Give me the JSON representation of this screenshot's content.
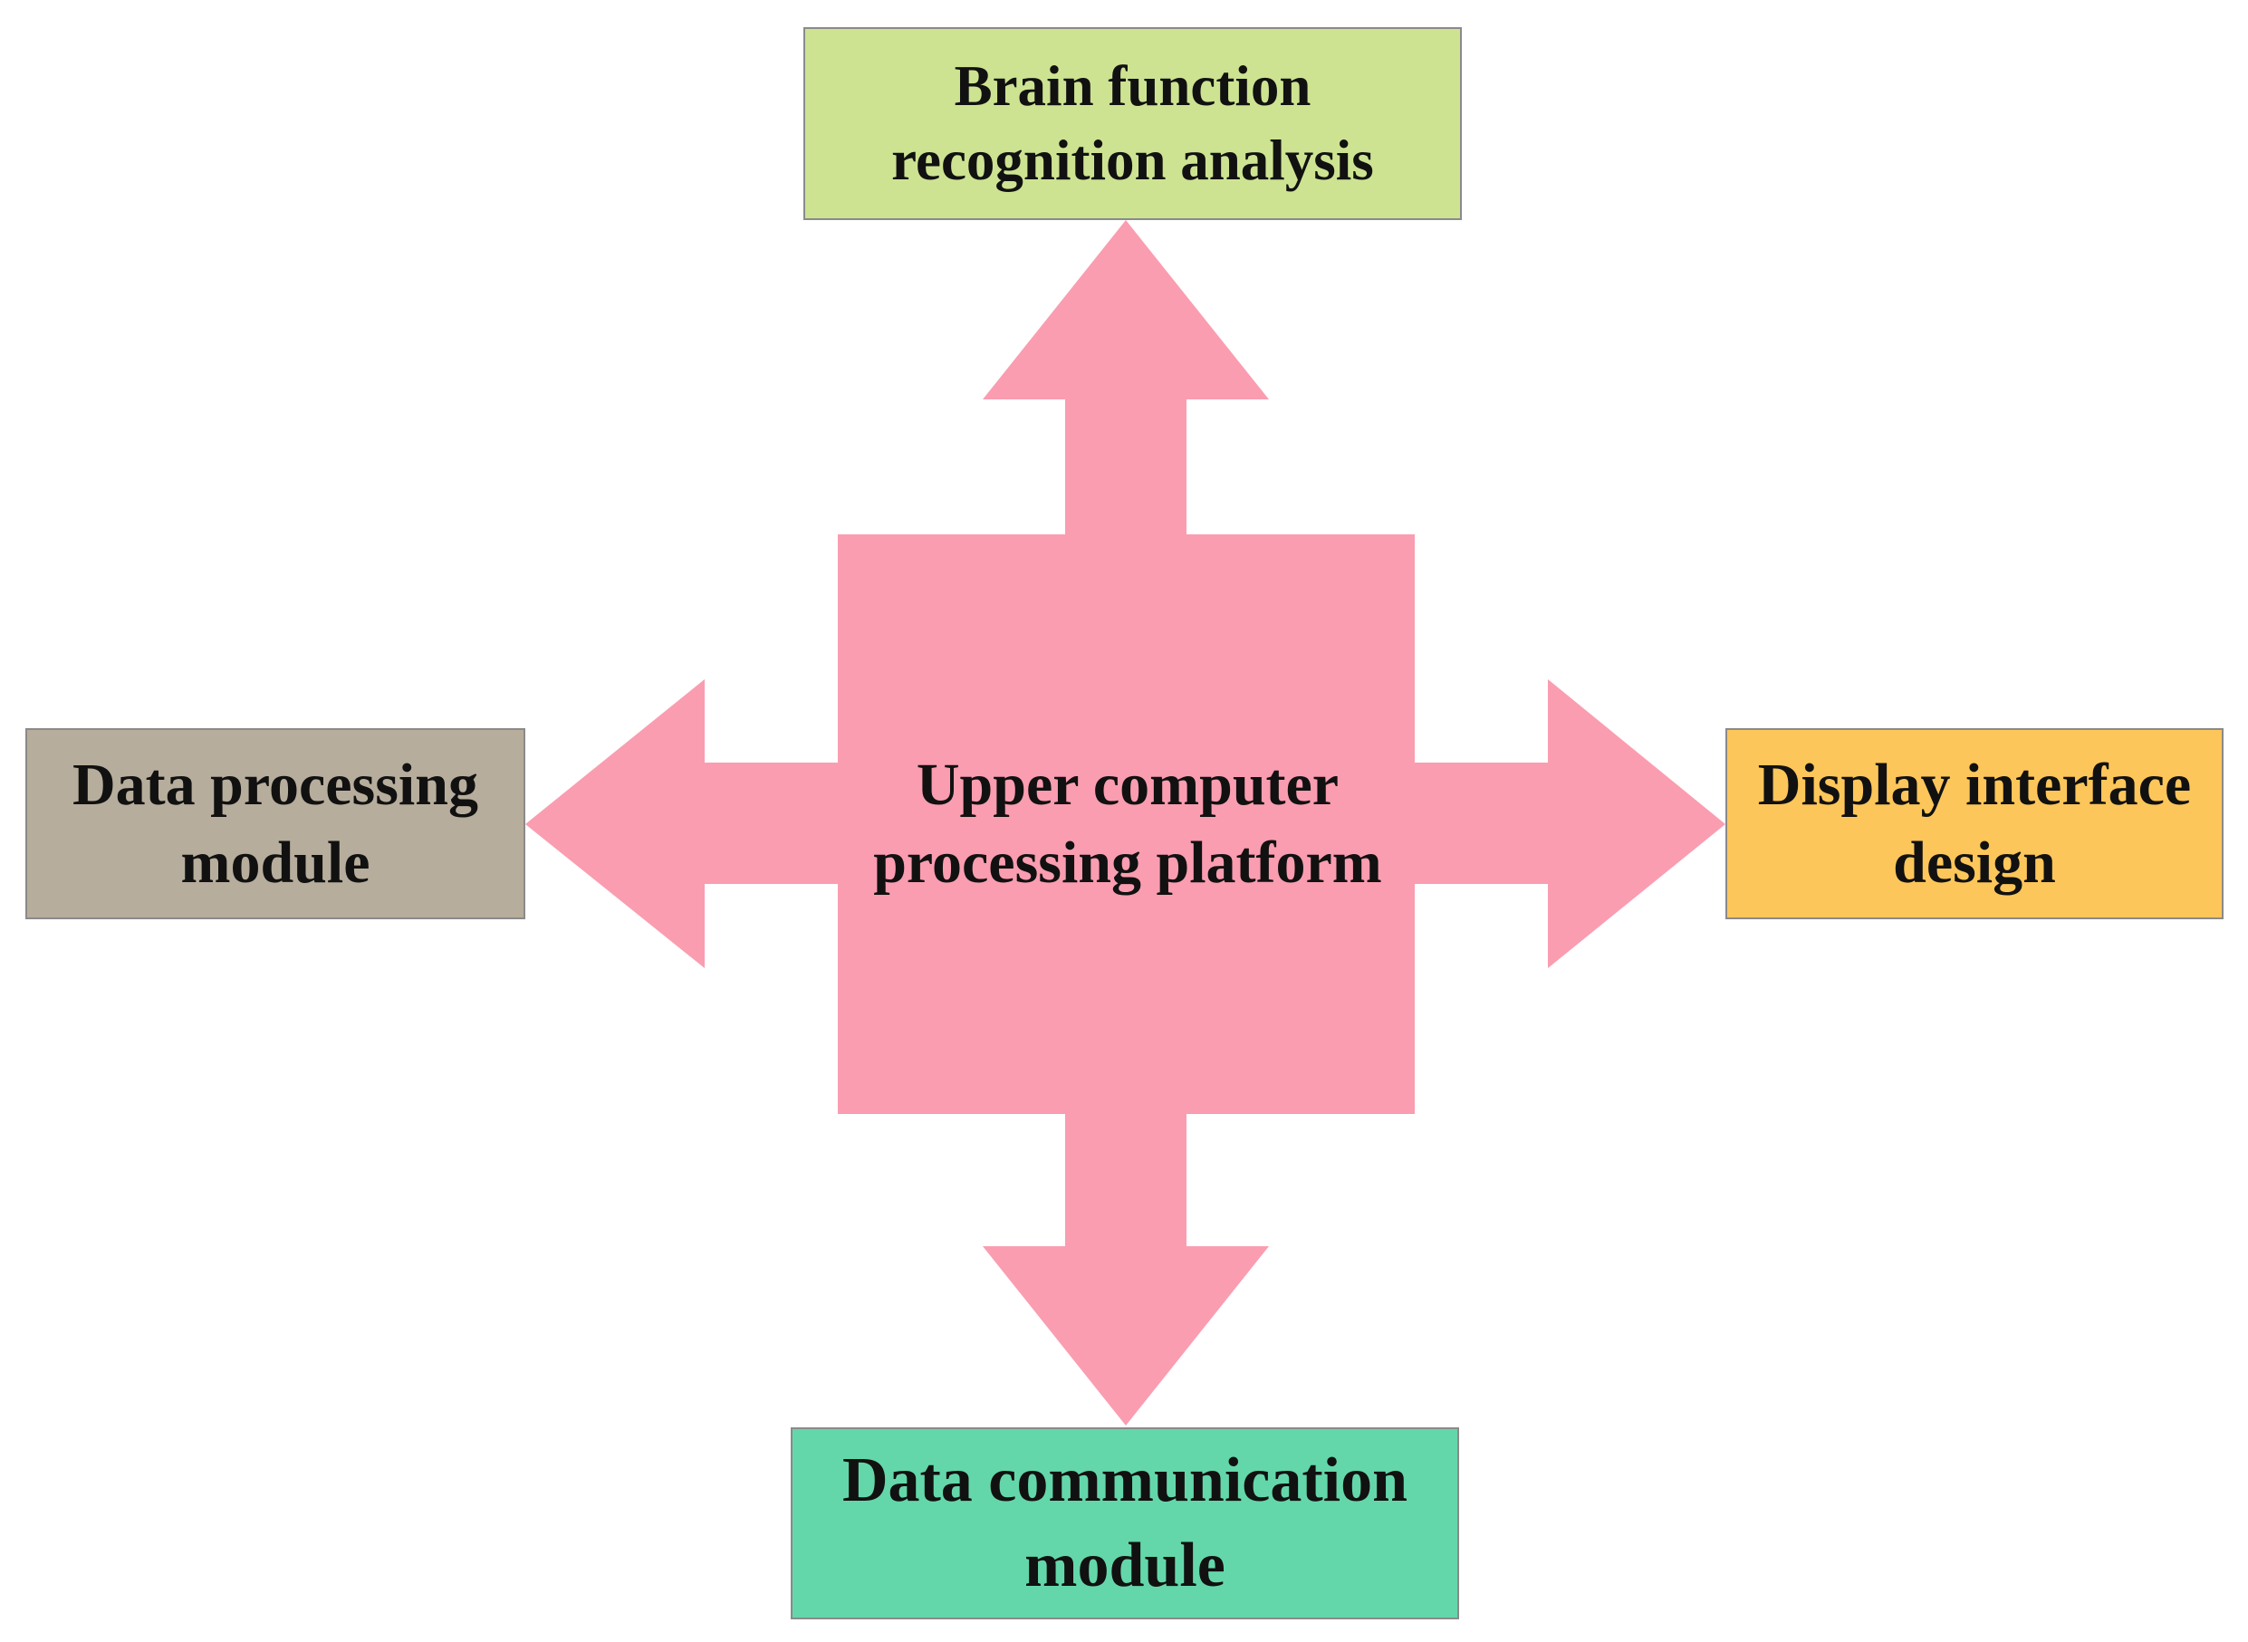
{
  "diagram": {
    "center": {
      "label_line1": "Upper computer",
      "label_line2": "processing platform",
      "color": "#fa9db0"
    },
    "nodes": {
      "top": {
        "label_line1": "Brain function",
        "label_line2": "recognition analysis",
        "color": "#cde392"
      },
      "left": {
        "label_line1": "Data processing",
        "label_line2": "module",
        "color": "#b7ad9c"
      },
      "right": {
        "label_line1": "Display interface",
        "label_line2": "design",
        "color": "#fdc65a"
      },
      "bottom": {
        "label_line1": "Data communication",
        "label_line2": "module",
        "color": "#64d7aa"
      }
    },
    "border_color": "#8a8a8a",
    "text_color": "#111111"
  }
}
